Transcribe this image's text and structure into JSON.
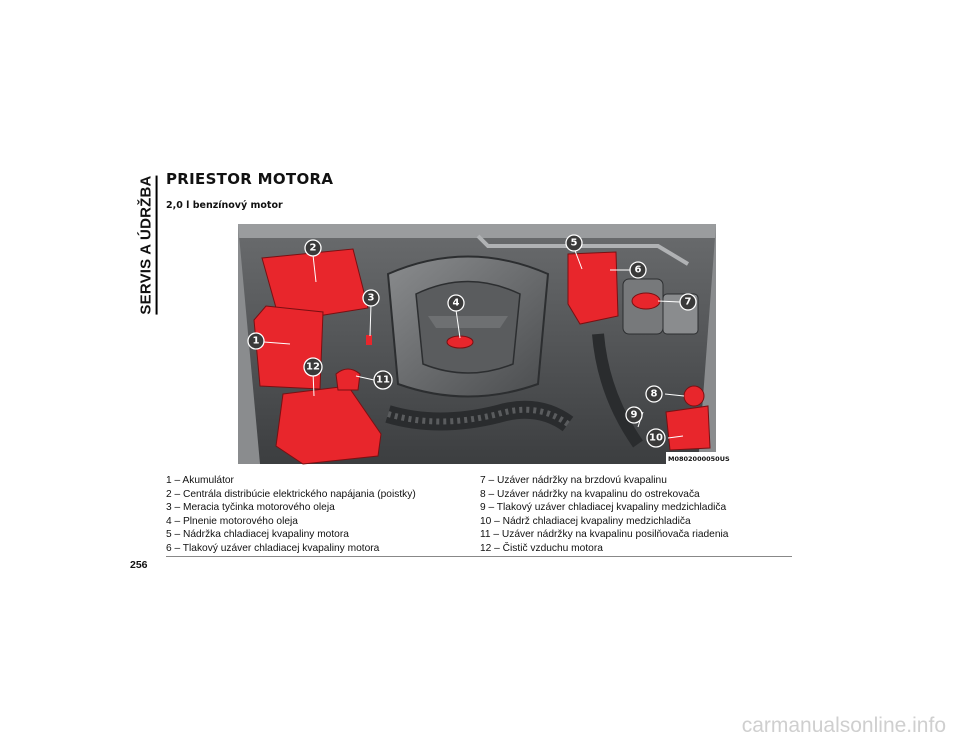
{
  "section_tab": "SERVIS A ÚDRŽBA",
  "title": "PRIESTOR MOTORA",
  "subtitle": "2,0 l benzínový motor",
  "figure": {
    "code": "M0802000050US",
    "callouts": [
      "1",
      "2",
      "3",
      "4",
      "5",
      "6",
      "7",
      "8",
      "9",
      "10",
      "11",
      "12"
    ],
    "highlight_color": "#e8262c"
  },
  "legend": {
    "left": [
      "1 – Akumulátor",
      "2 – Centrála distribúcie elektrického napájania (poistky)",
      "3 – Meracia tyčinka motorového oleja",
      "4 – Plnenie motorového oleja",
      "5 – Nádržka chladiacej kvapaliny motora",
      "6 – Tlakový uzáver chladiacej kvapaliny motora"
    ],
    "right": [
      "7 – Uzáver nádržky na brzdovú kvapalinu",
      "8 – Uzáver nádržky na kvapalinu do ostrekovača",
      "9 – Tlakový uzáver chladiacej kvapaliny medzichladiča",
      "10 – Nádrž chladiacej kvapaliny medzichladiča",
      "11 – Uzáver nádržky na kvapalinu posilňovača riadenia",
      "12 – Čistič vzduchu motora"
    ]
  },
  "page_number": "256",
  "watermark": "carmanualsonline.info"
}
